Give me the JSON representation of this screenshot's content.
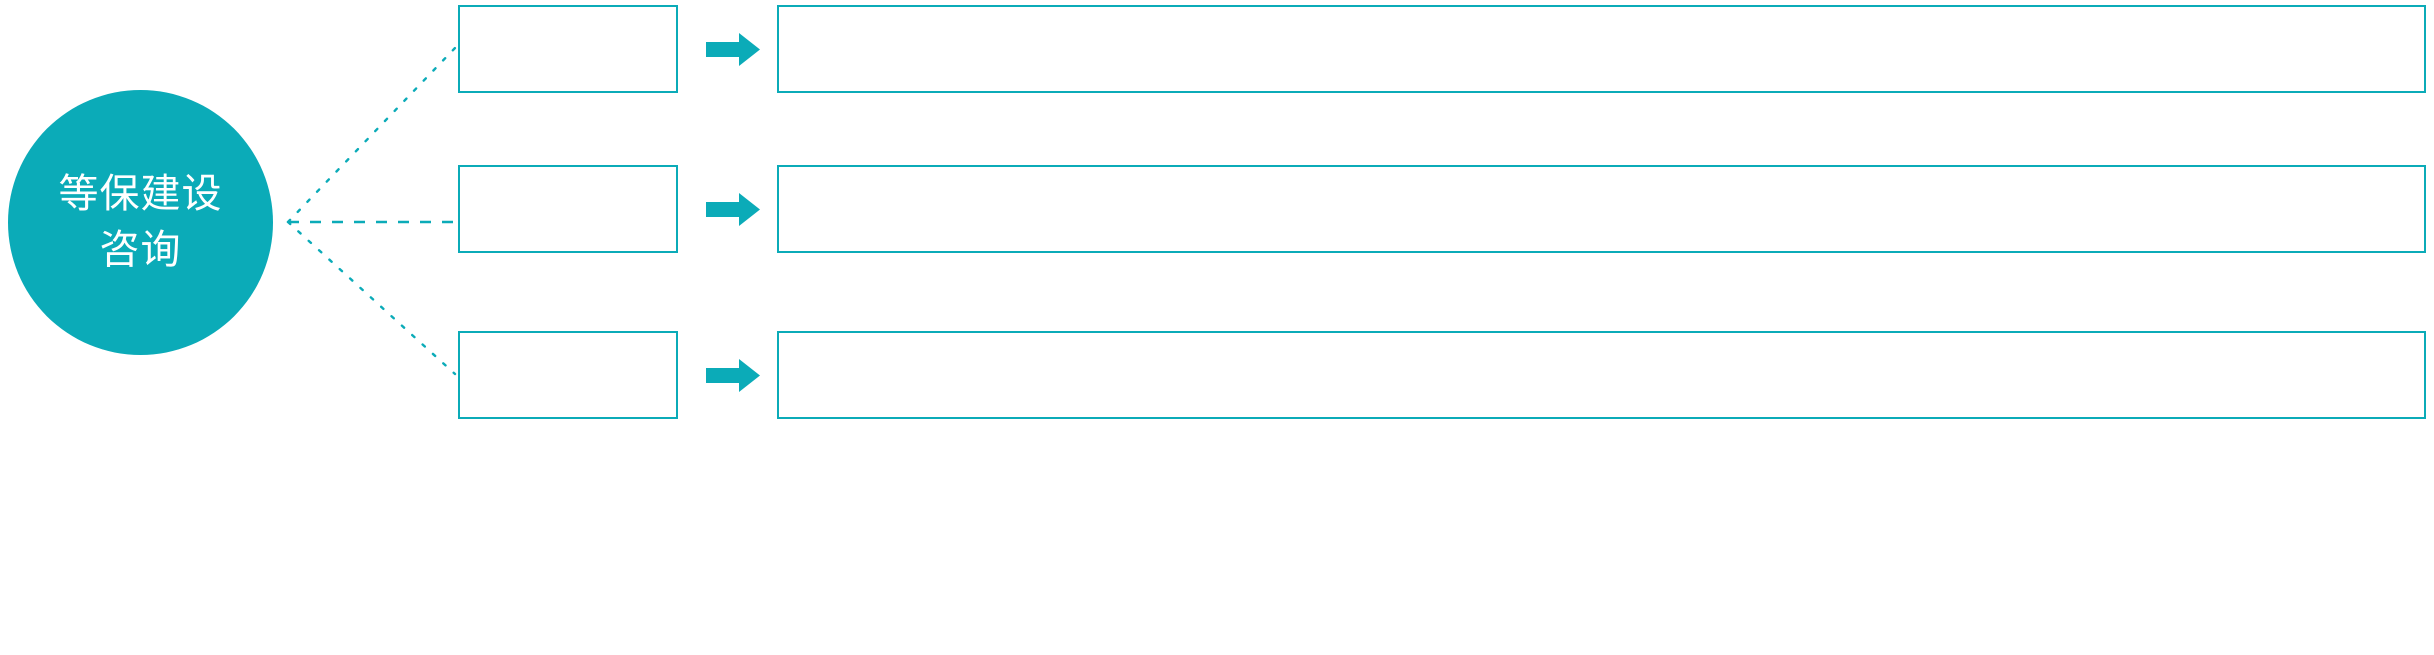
{
  "diagram": {
    "type": "hub-and-spoke-process",
    "background_color": "#ffffff",
    "accent_color": "#0BABB8",
    "hub": {
      "name": "hub-circle",
      "shape": "circle",
      "fill_color": "#0BABB8",
      "text_color": "#ffffff",
      "lines": [
        "等保建设",
        "咨询"
      ]
    },
    "connector": {
      "name": "dotted-connector",
      "style": "dotted",
      "color": "#0BABB8",
      "origin_label": "hub-right-edge",
      "branch_count": 3
    },
    "arrow": {
      "name": "arrow-right-icon",
      "glyph": "→",
      "color": "#0BABB8",
      "count": 3
    },
    "rows": [
      {
        "index": 0,
        "label_box": "",
        "detail_box": ""
      },
      {
        "index": 1,
        "label_box": "",
        "detail_box": ""
      },
      {
        "index": 2,
        "label_box": "",
        "detail_box": ""
      }
    ]
  }
}
